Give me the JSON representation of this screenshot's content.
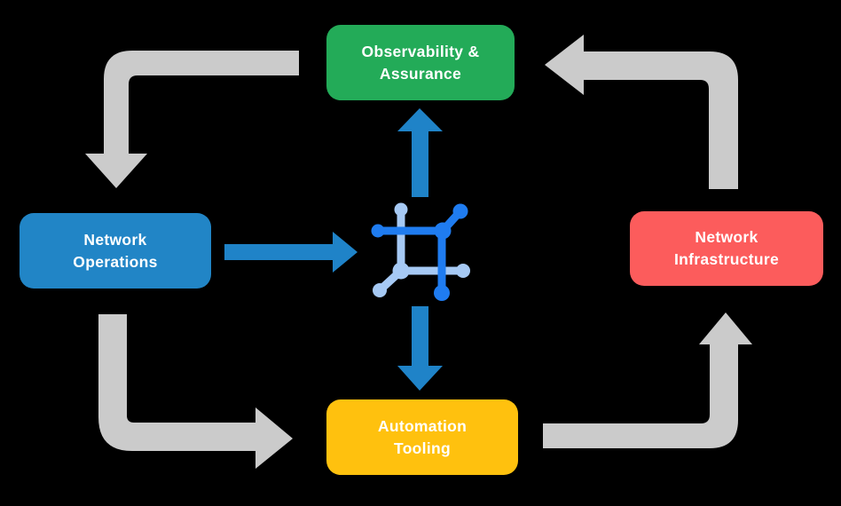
{
  "background": "#000000",
  "text_color": "#FFFFFF",
  "nodes": {
    "observability": {
      "label": "Observability &\nAssurance",
      "color": "#23AB58"
    },
    "operations": {
      "label": "Network\nOperations",
      "color": "#2185C6"
    },
    "infrastructure": {
      "label": "Network\nInfrastructure",
      "color": "#FC5C5C"
    },
    "automation": {
      "label": "Automation\nTooling",
      "color": "#FFC10E"
    }
  },
  "center_icon": {
    "name": "network-fabric-icon",
    "dark_color": "#1F7CF0",
    "light_color": "#A6C9F4"
  },
  "arrows": {
    "cycle_color": "#CBCBCB",
    "hub_color": "#1F83C8",
    "cycle": [
      {
        "from": "observability",
        "to": "operations"
      },
      {
        "from": "operations",
        "to": "automation"
      },
      {
        "from": "automation",
        "to": "infrastructure"
      },
      {
        "from": "infrastructure",
        "to": "observability"
      }
    ],
    "hub": [
      {
        "from": "operations",
        "to": "center"
      },
      {
        "from": "center",
        "to": "observability"
      },
      {
        "from": "center",
        "to": "automation"
      }
    ]
  }
}
